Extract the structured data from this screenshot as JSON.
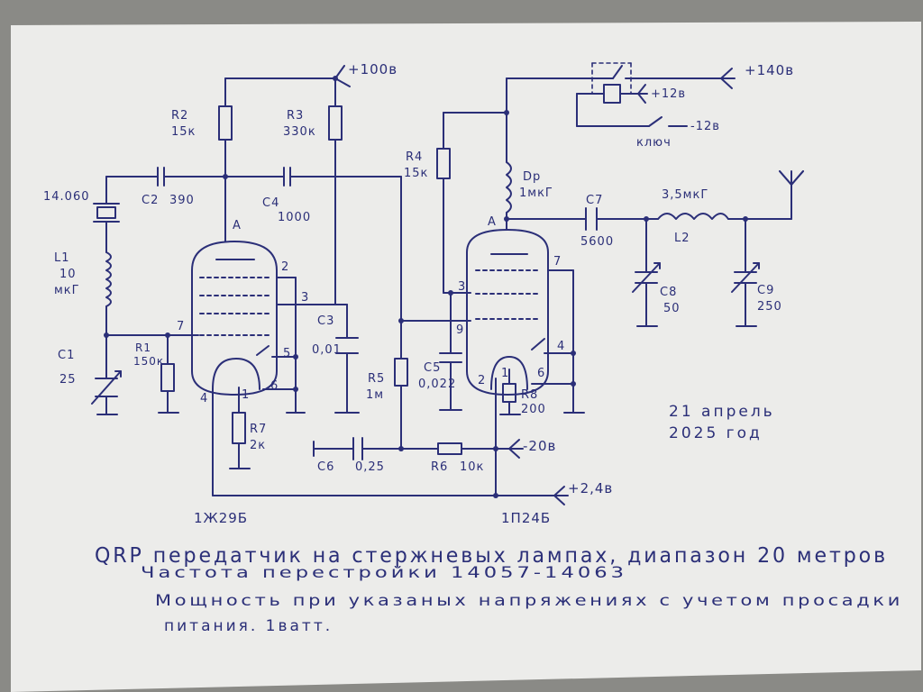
{
  "rails": {
    "plus_100": "+100в",
    "plus_140": "+140в",
    "plus_12": "+12в",
    "minus_12": "-12в",
    "minus_20": "-20в",
    "plus_2_4": "+2,4в",
    "key": "ключ"
  },
  "components": {
    "r2": {
      "name": "R2",
      "value": "15к"
    },
    "r3": {
      "name": "R3",
      "value": "330к"
    },
    "r4": {
      "name": "R4",
      "value": "15к"
    },
    "c2": {
      "name": "C2",
      "value": "390"
    },
    "c4": {
      "name": "C4",
      "value": "1000"
    },
    "crystal": {
      "value": "14.060"
    },
    "l1": {
      "name": "L1",
      "value": "10",
      "unit": "мкГ"
    },
    "c1": {
      "name": "C1",
      "value": "25"
    },
    "r1": {
      "name": "R1",
      "value": "150к"
    },
    "r7": {
      "name": "R7",
      "value": "2к"
    },
    "c3": {
      "name": "C3",
      "value": "0,01"
    },
    "r5": {
      "name": "R5",
      "value": "1м"
    },
    "c5": {
      "name": "C5",
      "value": "0,022"
    },
    "c6": {
      "name": "C6",
      "value": "0,25"
    },
    "r6": {
      "name": "R6",
      "value": "10к"
    },
    "dr": {
      "name": "Dp",
      "value": "1мкГ"
    },
    "c7": {
      "name": "C7",
      "value": "5600"
    },
    "l2": {
      "name": "L2",
      "value": "3,5мкГ"
    },
    "c8": {
      "name": "C8",
      "value": "50"
    },
    "c9": {
      "name": "C9",
      "value": "250"
    },
    "r8": {
      "name": "R8",
      "value": "200"
    }
  },
  "tubes": {
    "v1": {
      "name": "1Ж29Б",
      "anode": "A",
      "pins": [
        "2",
        "3",
        "7",
        "5",
        "6",
        "4",
        "1"
      ]
    },
    "v2": {
      "name": "1П24Б",
      "anode": "A",
      "pins": [
        "7",
        "3",
        "9",
        "4",
        "2",
        "1",
        "6"
      ]
    }
  },
  "date": {
    "line1": "21 апрель",
    "line2": "2025 год"
  },
  "notes": {
    "title": "QRP передатчик на стержневых лампах, диапазон 20 метров",
    "line1": "Частота перестройки   14057-14063",
    "line2": "Мощность при указаных напряжениях с учетом просадки",
    "line3": "питания.   1ватт."
  },
  "colors": {
    "ink": "#2b2f78",
    "paper": "#ececea",
    "background": "#8a8a86"
  }
}
